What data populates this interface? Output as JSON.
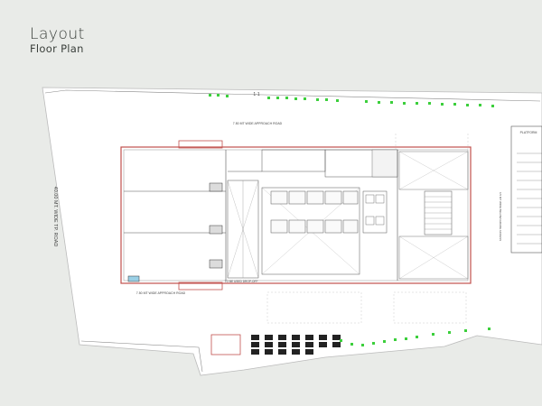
{
  "header": {
    "title": "Layout",
    "subtitle": "Floor Plan"
  },
  "plan": {
    "road_label": "40.00 MT. WIDE TP. ROAD",
    "approach_top": "7.50 MT WIDE APPROACH ROAD",
    "approach_bottom": "7.50 MT WIDE APPROACH ROAD",
    "section_mark": "1-1",
    "drop_off": "TO BE USED DROP-OFF",
    "platform": "PLATFORM",
    "right_note": "4.5 MT WIDE BELOW-GRADE ACCESS"
  },
  "colors": {
    "background": "#e9ebe8",
    "paper": "#ffffff",
    "line": "#555555",
    "wall_accent": "#c0504d",
    "tree": "#3ccf3c"
  }
}
